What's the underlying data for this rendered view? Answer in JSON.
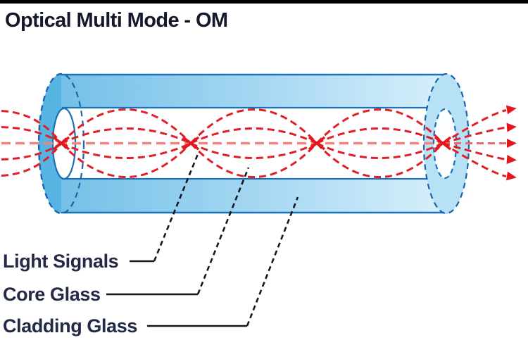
{
  "header": {
    "title": "Optical Multi Mode - OM"
  },
  "labels": {
    "light_signals": "Light Signals",
    "core_glass": "Core Glass",
    "cladding_glass": "Cladding Glass"
  },
  "diagram": {
    "type": "optical-fiber-cross-section",
    "parts": [
      "Light Signals",
      "Core Glass",
      "Cladding Glass"
    ],
    "entry_ray_count": 5,
    "exit_arrow_count": 5
  },
  "colors": {
    "frame_bar": "#000000",
    "cladding_blue_left": "#57B3E2",
    "cladding_blue_body": "#74C0E7",
    "cladding_blue_body_light": "#D7EFFB",
    "cladding_blue_right_cap": "#B7E2F6",
    "outline_blue": "#1B72B8",
    "core_white": "#FFFFFF",
    "signal_red": "#DE2028",
    "signal_center_red": "#F2837D",
    "leader_black": "#17181d",
    "text_dark": "#232a47"
  }
}
